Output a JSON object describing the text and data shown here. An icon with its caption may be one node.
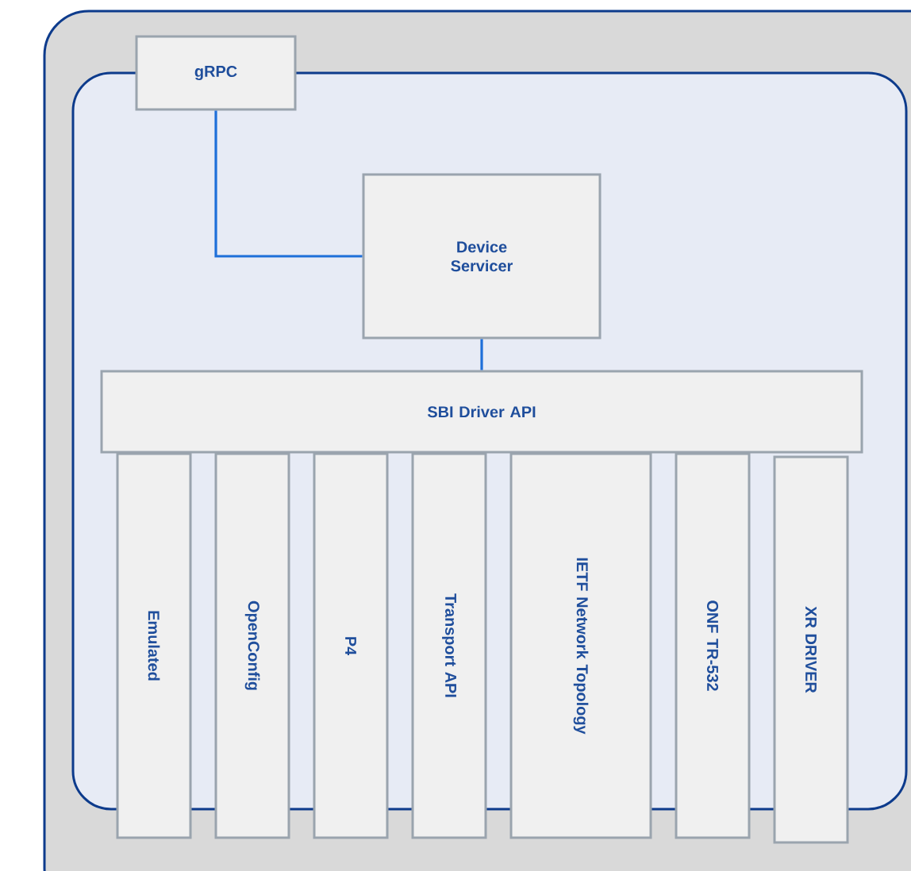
{
  "diagram": {
    "nodes": [
      {
        "text": [],
        "shape": "box"
      },
      {
        "text": [],
        "shape": "box",
        "in": 0
      },
      {
        "text": [
          "gRPC"
        ],
        "in": 0
      },
      {
        "text": [
          "Device Servicer"
        ],
        "in": 1
      },
      {
        "text": [
          "SBI Driver API"
        ],
        "in": 1
      },
      {
        "text": [
          "Emulated"
        ],
        "in": 0
      },
      {
        "text": [
          "OpenConfig"
        ],
        "in": 0
      },
      {
        "text": [
          "P4"
        ],
        "in": 0
      },
      {
        "text": [
          "Transport API"
        ],
        "in": 0
      },
      {
        "text": [
          "IETF Network Topology"
        ],
        "in": 0
      },
      {
        "text": [
          "ONF TR-532"
        ],
        "in": 0
      },
      {
        "text": [
          "XR DRIVER"
        ],
        "in": 0
      }
    ],
    "edges": [
      {
        "from": 2,
        "to": 3,
        "arrow": "none"
      },
      {
        "from": 3,
        "to": 4,
        "arrow": "none"
      }
    ]
  }
}
